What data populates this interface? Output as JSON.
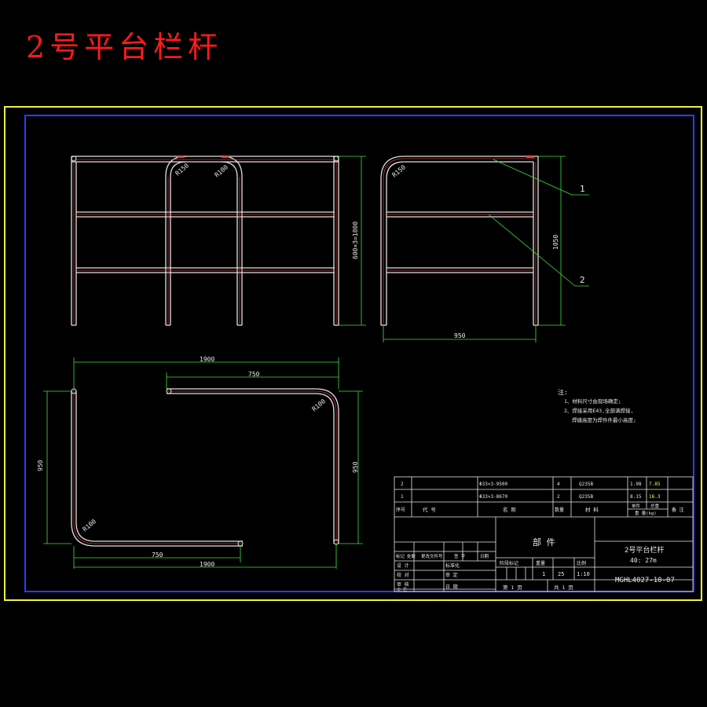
{
  "title": "2号平台栏杆",
  "colors": {
    "background": "#000000",
    "title": "#ff2020",
    "outer_frame": "#f0f040",
    "inner_frame": "#2a3cff",
    "pipe": "#e0e0e0",
    "pipe_inner": "#c23a3a",
    "dimension": "#40e040",
    "annotation": "#ffffff",
    "highlight": "#ffff40"
  },
  "front_view": {
    "radius_a": "R150",
    "radius_b": "R100",
    "height_dim": "600×3=1800"
  },
  "side_view": {
    "radius": "R150",
    "height_dim": "1050",
    "width_dim": "950",
    "leaders": [
      "1",
      "2"
    ]
  },
  "plan_view": {
    "top_total": "1900",
    "top_seg": "750",
    "right_side": "950",
    "left_side": "950",
    "radius_top": "R100",
    "radius_bottom": "R100",
    "bottom_seg": "750",
    "bottom_total": "1900"
  },
  "notes": {
    "heading": "注:",
    "line1": "1、材料尺寸由现场确定;",
    "line2": "2、焊接采用E43,全部满焊接,",
    "line3": "焊缝高度为焊件件最小高度;"
  },
  "title_block": {
    "parts": [
      {
        "no": "2",
        "code": "",
        "name": "Φ33×3-9500",
        "qty": "4",
        "material": "Q235B",
        "unit_weight": "1.98",
        "total_weight": "7.85"
      },
      {
        "no": "1",
        "code": "",
        "name": "Φ33×3-8670",
        "qty": "2",
        "material": "Q235B",
        "unit_weight": "8.15",
        "total_weight": "16.3"
      }
    ],
    "headers": {
      "no": "序号",
      "code": "代 号",
      "name": "名 称",
      "qty": "数量",
      "material": "材 料",
      "single": "单件",
      "total": "总重",
      "weight": "重 量(kg)",
      "remark": "备 注"
    },
    "part_label": "部 件",
    "drawing_name": "2号平台栏杆",
    "mass": "40: 27m",
    "drawing_no": "MGHL4027-10-07",
    "sign": {
      "r1a": "标记",
      "r1b": "处数",
      "r1c": "更改文件号",
      "r1d": "签 字",
      "r1e": "日期",
      "design": "设 计",
      "std": "标准化",
      "draw": "校 对",
      "review": "审 定",
      "check": "审 核",
      "process": "工 艺",
      "date": "日 期"
    },
    "stage": "阶段标记",
    "weight_lbl": "重量",
    "scale_lbl": "比例",
    "stage_val": "1",
    "weight_val": "25",
    "scale_val": "1:10",
    "sheet": "第 1 页",
    "sheets": "共 1 页"
  }
}
